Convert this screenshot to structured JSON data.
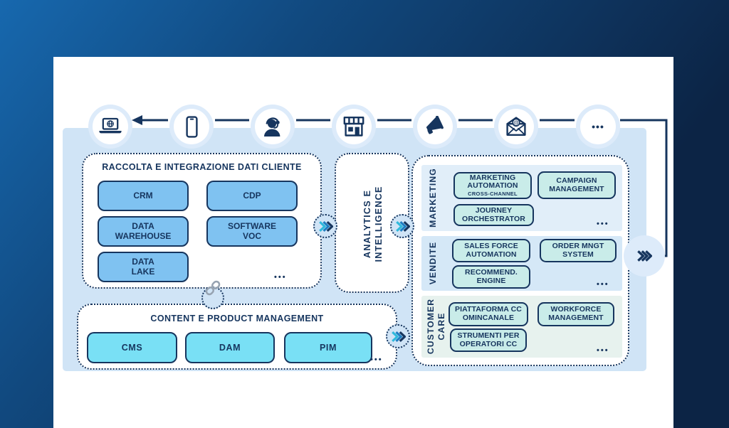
{
  "palette": {
    "bg_from": "#1768AE",
    "bg_mid": "#11497F",
    "bg_to": "#0C2445",
    "navy": "#16355E",
    "panel": "#D0E4F6",
    "halo": "#DDEBFA",
    "box_blue": "#7FC2F1",
    "box_cyan": "#79E0F5",
    "box_teal": "#C9ECE9",
    "row_marketing": "#E1EEF9",
    "row_vendite": "#D5E8F7",
    "row_customer": "#E7F2EE",
    "chev_cyan": "#2FB9DC",
    "chev_mid": "#1F7EC2",
    "link_gray": "#97A3B1",
    "card": "#FFFFFF"
  },
  "channels": {
    "icons": [
      "laptop",
      "smartphone",
      "customer-support",
      "store",
      "megaphone",
      "email",
      "more"
    ],
    "more_glyph": "•••"
  },
  "data_section": {
    "title": "RACCOLTA E INTEGRAZIONE DATI CLIENTE",
    "boxes": [
      "CRM",
      "CDP",
      "DATA\nWAREHOUSE",
      "SOFTWARE\nVOC",
      "DATA\nLAKE"
    ],
    "more": "•••"
  },
  "analytics_section": {
    "title": "ANALYTICS E\nINTELLIGENCE"
  },
  "content_section": {
    "title": "CONTENT E PRODUCT MANAGEMENT",
    "boxes": [
      "CMS",
      "DAM",
      "PIM"
    ],
    "more": "•••"
  },
  "right_panel": {
    "rows": [
      {
        "label": "MARKETING",
        "boxes": [
          {
            "label": "MARKETING\nAUTOMATION",
            "sub": "CROSS-CHANNEL"
          },
          {
            "label": "CAMPAIGN\nMANAGEMENT"
          },
          {
            "label": "JOURNEY\nORCHESTRATOR"
          }
        ],
        "more": "•••"
      },
      {
        "label": "VENDITE",
        "boxes": [
          {
            "label": "SALES FORCE\nAUTOMATION"
          },
          {
            "label": "ORDER MNGT\nSYSTEM"
          },
          {
            "label": "RECOMMEND.\nENGINE"
          }
        ],
        "more": "•••"
      },
      {
        "label": "CUSTOMER\nCARE",
        "boxes": [
          {
            "label": "PIATTAFORMA CC\nOMINCANALE"
          },
          {
            "label": "WORKFORCE\nMANAGEMENT"
          },
          {
            "label": "STRUMENTI PER\nOPERATORI CC"
          }
        ],
        "more": "•••"
      }
    ]
  }
}
